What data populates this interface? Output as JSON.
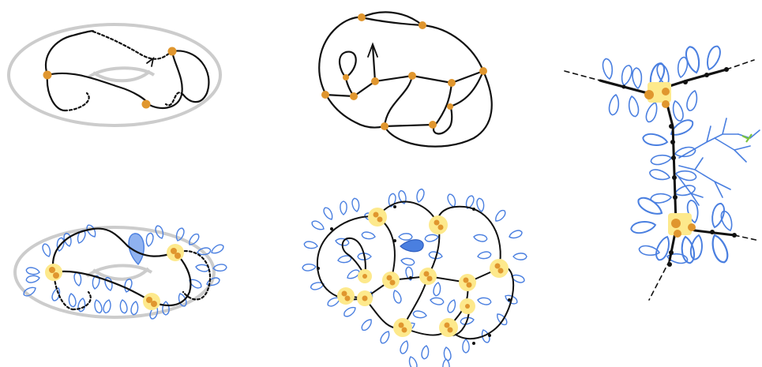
{
  "colors": {
    "background": "#ffffff",
    "torus_outline": "#cccccc",
    "curve": "#111111",
    "vertex": "#e0962e",
    "vertex_halo": "#fde98c",
    "petal": "#4a7fe0",
    "petal_fill": "#8fb2f0",
    "leaf_accent": "#7cc440"
  },
  "panels": [
    {
      "name": "torus-curve-panel",
      "label": ""
    },
    {
      "name": "knot-diagram-panel",
      "label": ""
    },
    {
      "name": "tree-decorated-panel",
      "label": ""
    },
    {
      "name": "torus-decorated-panel",
      "label": ""
    },
    {
      "name": "knot-decorated-panel",
      "label": ""
    }
  ]
}
